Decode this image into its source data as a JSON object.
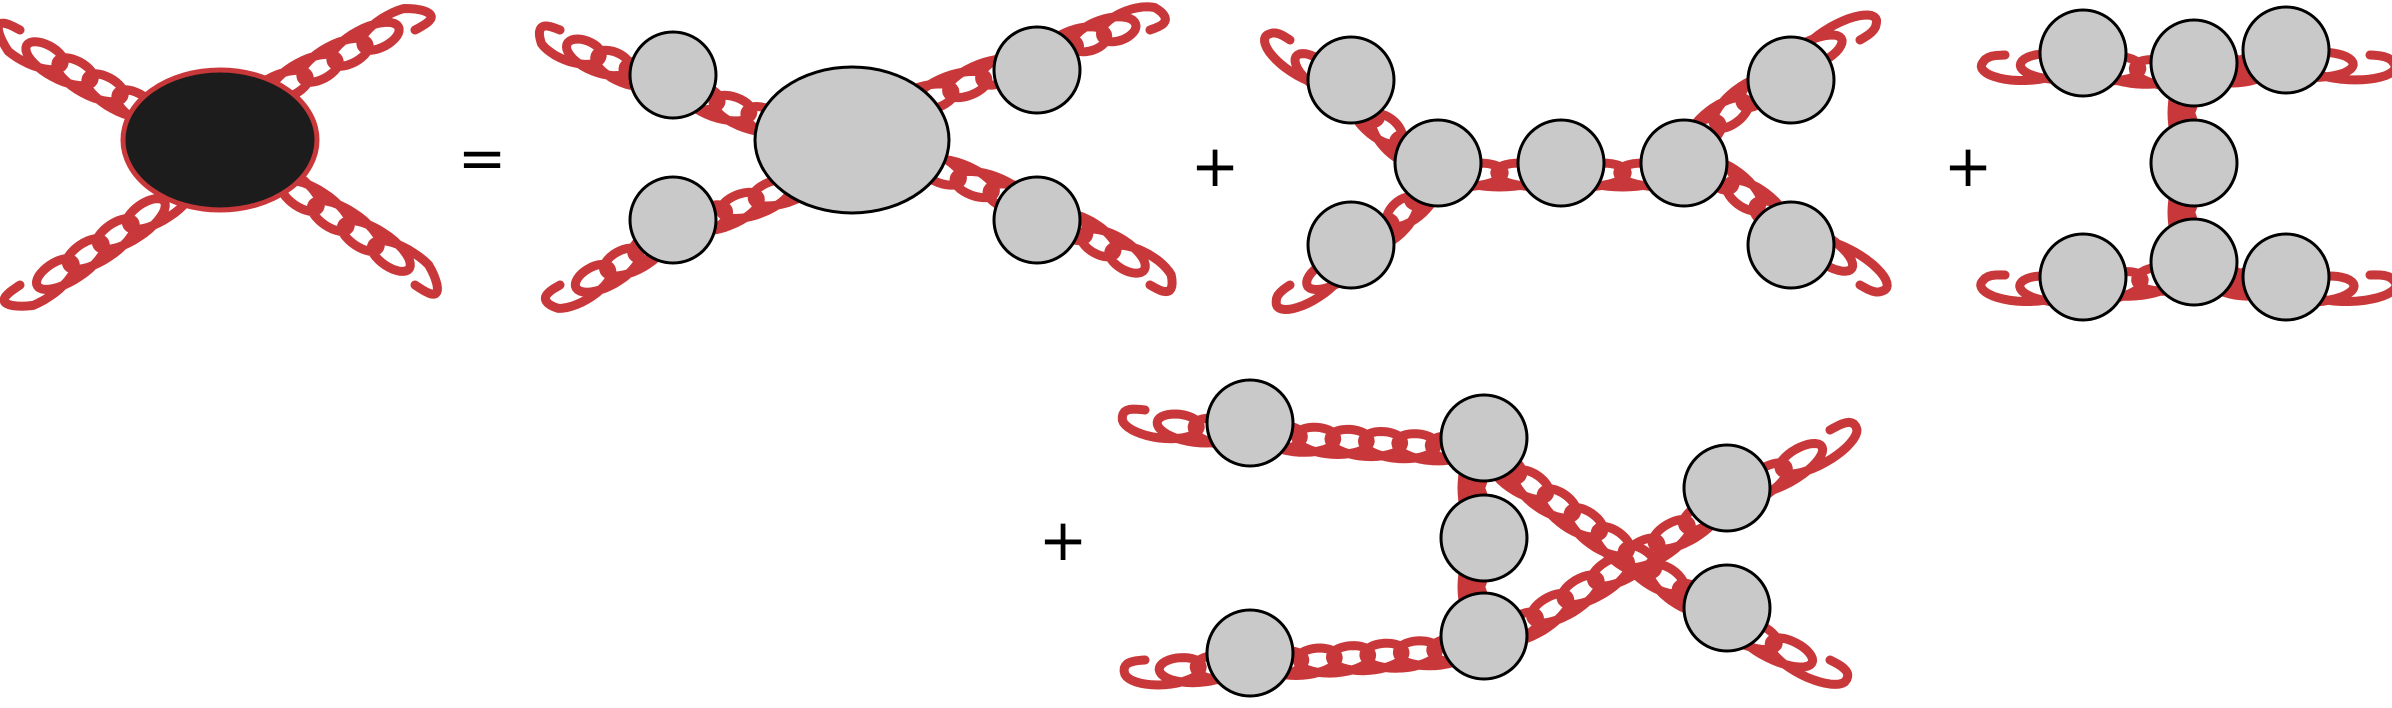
{
  "colors": {
    "gluon": "#c8383a",
    "full_vertex_fill": "#1c1c1c",
    "full_vertex_stroke": "#c8383a",
    "propagator_fill": "#c9c9c9",
    "outline": "#000000",
    "background": "#ffffff"
  },
  "equation": {
    "lhs": "full-four-gluon-vertex",
    "equals": "=",
    "plus": "+",
    "terms": [
      "one-particle-irreducible-vertex-term",
      "s-channel-exchange-term",
      "t-channel-exchange-term",
      "crossed-channel-exchange-term"
    ]
  }
}
